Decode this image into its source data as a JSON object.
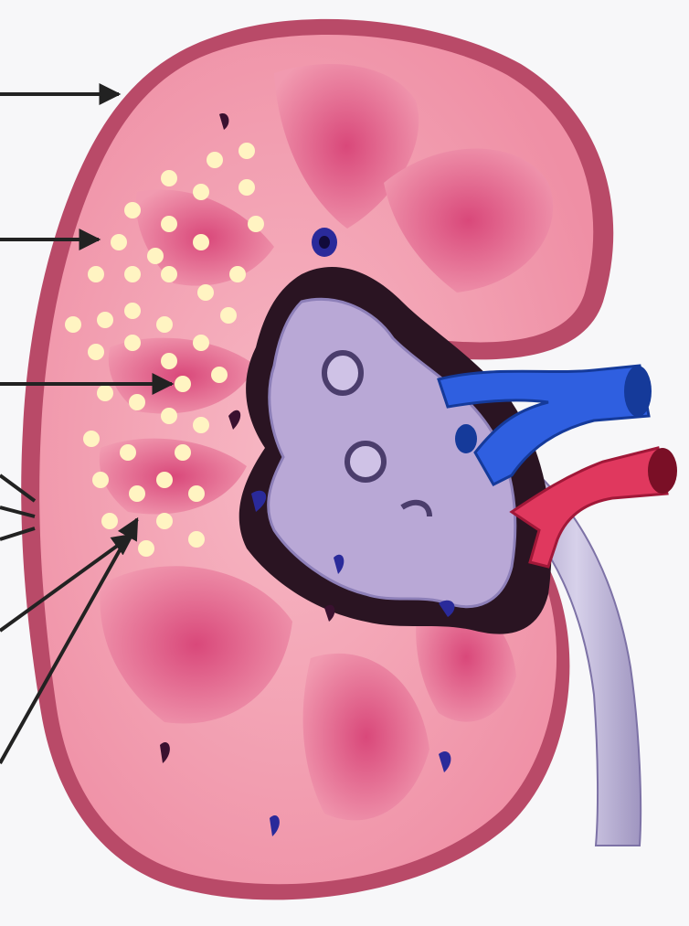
{
  "diagram": {
    "subject": "kidney-cross-section",
    "labels_visible": false,
    "pointer_arrows": [
      {
        "target": "renal-capsule"
      },
      {
        "target": "renal-cortex"
      },
      {
        "target": "glomeruli-region"
      },
      {
        "target": "renal-medulla"
      },
      {
        "target": "renal-column"
      }
    ],
    "colors": {
      "background": "#f7f7f9",
      "cortex": "#f4a7b3",
      "capsule": "#b94a68",
      "pyramid": "#e05f87",
      "pelvis": "#b9a8d6",
      "sinus_shadow": "#2a1422",
      "vein": "#2f5fe0",
      "artery": "#e0385e",
      "ureter": "#c6bfd8",
      "glomerulus_dot": "#fff4c2",
      "arrow": "#222222"
    }
  }
}
